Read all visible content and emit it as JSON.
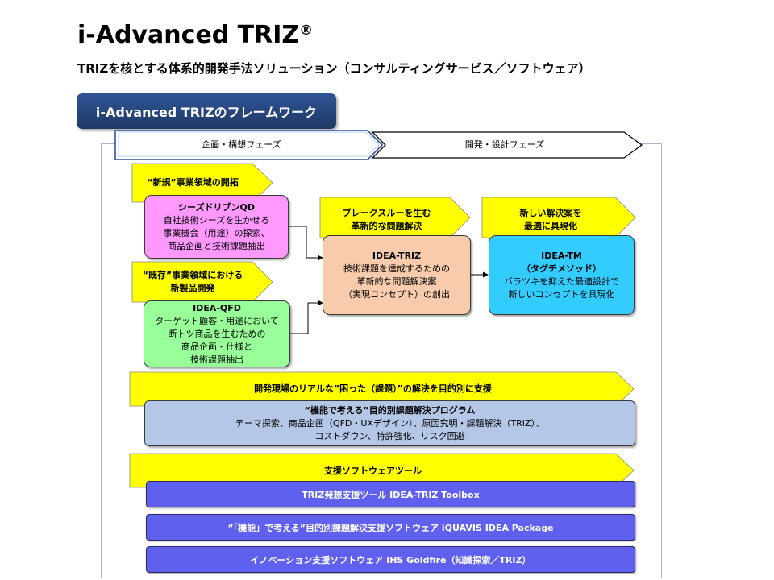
{
  "header": {
    "title": "i-Advanced TRIZ",
    "title_mark": "®",
    "subtitle": "TRIZを核とする体系的開発手法ソリューション（コンサルティングサービス／ソフトウェア）"
  },
  "framework": {
    "heading": "i-Advanced TRIZのフレームワーク",
    "phases": [
      "企画・構想フェーズ",
      "開発・設計フェーズ"
    ]
  },
  "banners": {
    "new_business": [
      "“新規”事業領域の開拓"
    ],
    "existing_business": [
      "“既存”事業領域における",
      "新製品開発"
    ],
    "breakthrough": [
      "ブレークスルーを生む",
      "革新的な問題解決"
    ],
    "optimal": [
      "新しい解決案を",
      "最適に具現化"
    ],
    "support": "開発現場のリアルな”困った（課題）”の解決を目的別に支援",
    "software": "支援ソフトウェアツール"
  },
  "boxes": {
    "seeds_qd": {
      "title": "シーズドリブンQD",
      "lines": [
        "自社技術シーズを生かせる",
        "事業機会（用途）の探索、",
        "商品企画と技術課題抽出"
      ]
    },
    "idea_qfd": {
      "title": "IDEA-QFD",
      "lines": [
        "ターゲット顧客・用途において",
        "断トツ商品を生むための",
        "商品企画・仕様と",
        "技術課題抽出"
      ]
    },
    "idea_triz": {
      "title": "IDEA-TRIZ",
      "lines": [
        "技術課題を達成するための",
        "革新的な問題解決案",
        "（実現コンセプト）の創出"
      ]
    },
    "idea_tm": {
      "title": "IDEA-TM",
      "lines": [
        "（タグチメソッド）",
        "バラツキを抑えた最適設計で",
        "新しいコンセプトを具現化"
      ]
    },
    "program": {
      "title": "“機能で考える”目的別課題解決プログラム",
      "lines": [
        "テーマ探索、商品企画（QFD・UXデザイン）、原因究明・課題解決（TRIZ）、",
        "コストダウン、特許強化、リスク回避"
      ]
    }
  },
  "software_tools": [
    "TRIZ発想支援ツール IDEA-TRIZ Toolbox",
    "“「機能」で考える”目的別課題解決支援ソフトウェア iQUAVIS IDEA Package",
    "イノベーション支援ソフトウェア IHS Goldfire（知識探索／TRIZ）"
  ],
  "colors": {
    "header_bg": "#2f5597",
    "banner_yellow": "#ffff00",
    "seeds_pink": "#ff99ff",
    "qfd_green": "#99ff99",
    "triz_peach": "#f8cbad",
    "tm_cyan": "#33ccff",
    "program_blue": "#b4c7e7",
    "software_purple": "#6060ee"
  }
}
